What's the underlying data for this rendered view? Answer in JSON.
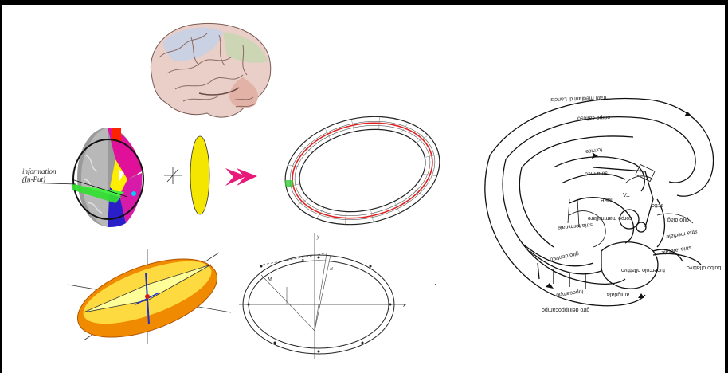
{
  "info_label": "information",
  "input_label": "(In-Put)",
  "limbic_labels": [
    {
      "text": "tratti mediani di Lancisi"
    },
    {
      "text": "corpo calloso"
    },
    {
      "text": "fornice"
    },
    {
      "text": "stria med"
    },
    {
      "text": "TA"
    },
    {
      "text": "MFB"
    },
    {
      "text": "setto"
    },
    {
      "text": "corpo mammillare"
    },
    {
      "text": "stria terminale"
    },
    {
      "text": "giro dentato"
    },
    {
      "text": "ippocampo"
    },
    {
      "text": "tubercolo olfattivo"
    },
    {
      "text": "amigdala"
    },
    {
      "text": "giro dell'ippocampo"
    },
    {
      "text": "stria mediale"
    },
    {
      "text": "stria laterale"
    },
    {
      "text": "bulbo olfattivo"
    },
    {
      "text": "giro diag"
    }
  ],
  "ellipse_labels": [
    {
      "text": "y"
    },
    {
      "text": "x"
    },
    {
      "text": "R"
    },
    {
      "text": "M"
    },
    {
      "text": "N"
    }
  ],
  "colors": {
    "frame": "#000000",
    "arrow": "#e8197a",
    "ellipse_yellow": "#f5e600",
    "torus_red": "#e22020",
    "orange_body": "#f08a00",
    "highlight_green": "#33cc33"
  }
}
